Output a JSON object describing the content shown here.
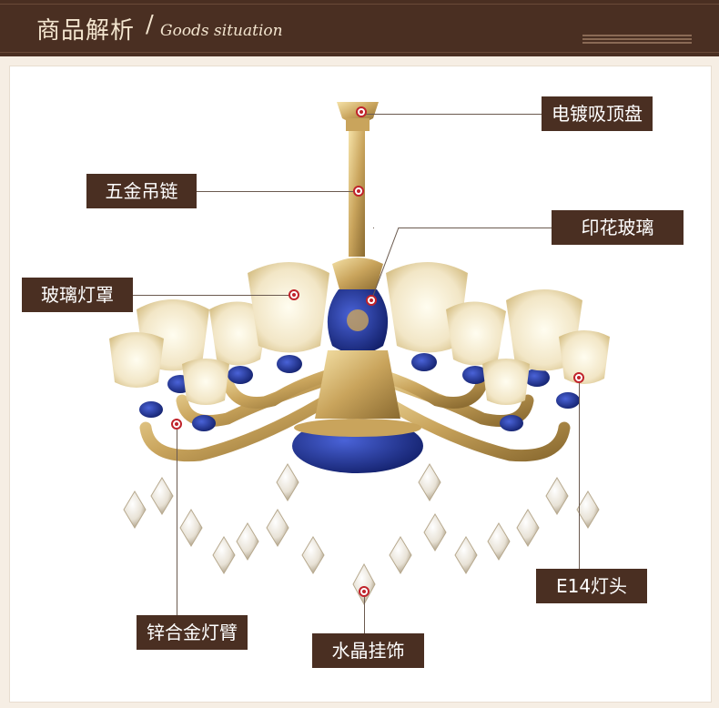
{
  "header": {
    "title_cn": "商品解析",
    "slash": "/",
    "title_en": "Goods situation"
  },
  "labels": {
    "ceiling_plate": "电镀吸顶盘",
    "chain": "五金吊链",
    "printed_glass": "印花玻璃",
    "glass_shade": "玻璃灯罩",
    "bulb_holder": "E14灯头",
    "alloy_arm": "锌合金灯臂",
    "crystal_pendant": "水晶挂饰"
  },
  "colors": {
    "header_bg": "#4a2f22",
    "label_bg": "#4a2f22",
    "dot": "#c0232b",
    "gold": "#c9a45c",
    "cobalt": "#1f2f8a"
  }
}
